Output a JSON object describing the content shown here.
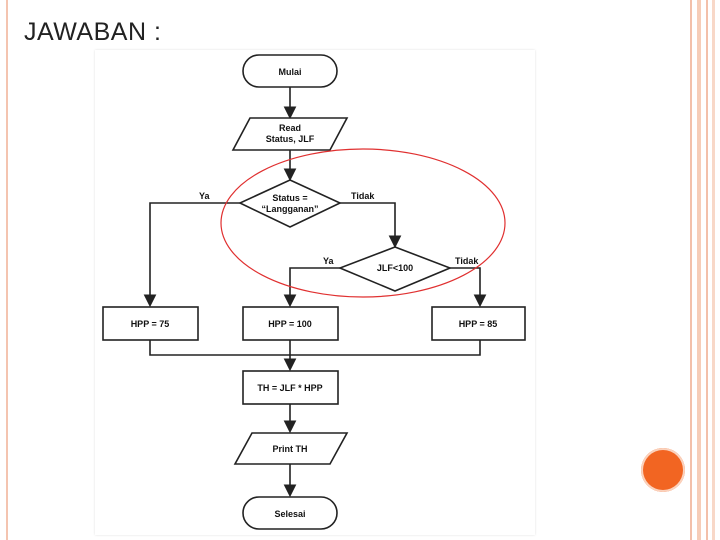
{
  "slide": {
    "title": "JAWABAN :"
  },
  "flowchart": {
    "start": "Mulai",
    "input_line1": "Read",
    "input_line2": "Status, JLF",
    "decision1_line1": "Status =",
    "decision1_line2": "“Langganan”",
    "decision1_yes": "Ya",
    "decision1_no": "Tidak",
    "decision2": "JLF<100",
    "decision2_yes": "Ya",
    "decision2_no": "Tidak",
    "process_hpp75": "HPP = 75",
    "process_hpp100": "HPP = 100",
    "process_hpp85": "HPP = 85",
    "process_th": "TH = JLF * HPP",
    "output": "Print TH",
    "end": "Selesai"
  },
  "colors": {
    "highlight_ellipse": "#e03030",
    "accent_dot": "#f26522",
    "rail": "#f3c0aa"
  }
}
